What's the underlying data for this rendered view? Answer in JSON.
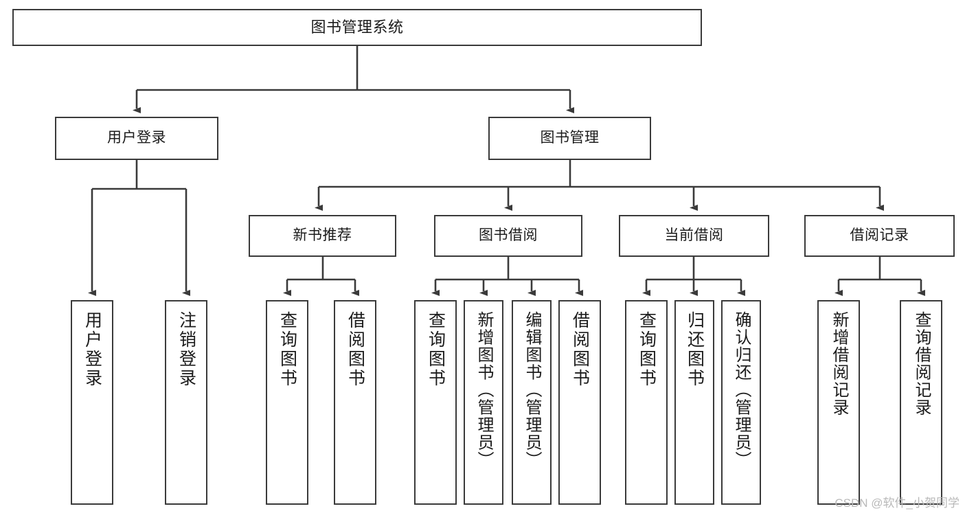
{
  "diagram": {
    "title": "图书管理系统",
    "type": "tree",
    "orientation": "top-down",
    "line_color": "#3a3a3a",
    "box_fill": "#ffffff",
    "text_color": "#1b1b1b",
    "nodes": {
      "root": {
        "label": "图书管理系统",
        "level": 0
      },
      "l1": [
        {
          "id": "user-login",
          "label": "用户登录",
          "level": 1
        },
        {
          "id": "book-manage",
          "label": "图书管理",
          "level": 1
        }
      ],
      "l2": [
        {
          "id": "new-book-rec",
          "label": "新书推荐",
          "level": 2,
          "parent": "book-manage"
        },
        {
          "id": "book-borrow",
          "label": "图书借阅",
          "level": 2,
          "parent": "book-manage"
        },
        {
          "id": "current-borrow",
          "label": "当前借阅",
          "level": 2,
          "parent": "book-manage"
        },
        {
          "id": "borrow-record",
          "label": "借阅记录",
          "level": 2,
          "parent": "book-manage"
        }
      ],
      "leaves": [
        {
          "id": "leaf-user-login",
          "label": "用户登录",
          "parent": "user-login"
        },
        {
          "id": "leaf-logout-login",
          "label": "注销登录",
          "parent": "user-login"
        },
        {
          "id": "leaf-query-book-1",
          "label": "查询图书",
          "parent": "new-book-rec"
        },
        {
          "id": "leaf-borrow-book-1",
          "label": "借阅图书",
          "parent": "new-book-rec"
        },
        {
          "id": "leaf-query-book-2",
          "label": "查询图书",
          "parent": "book-borrow"
        },
        {
          "id": "leaf-add-book",
          "label": "新增图书（管理员）",
          "parent": "book-borrow"
        },
        {
          "id": "leaf-edit-book",
          "label": "编辑图书（管理员）",
          "parent": "book-borrow"
        },
        {
          "id": "leaf-borrow-book-2",
          "label": "借阅图书",
          "parent": "book-borrow"
        },
        {
          "id": "leaf-query-book-3",
          "label": "查询图书",
          "parent": "current-borrow"
        },
        {
          "id": "leaf-return-book",
          "label": "归还图书",
          "parent": "current-borrow"
        },
        {
          "id": "leaf-confirm-return",
          "label": "确认归还（管理员）",
          "parent": "current-borrow"
        },
        {
          "id": "leaf-add-record",
          "label": "新增借阅记录",
          "parent": "borrow-record"
        },
        {
          "id": "leaf-query-record",
          "label": "查询借阅记录",
          "parent": "borrow-record"
        }
      ]
    }
  },
  "watermark": {
    "text": "CSDN @软件_小贺同学"
  }
}
